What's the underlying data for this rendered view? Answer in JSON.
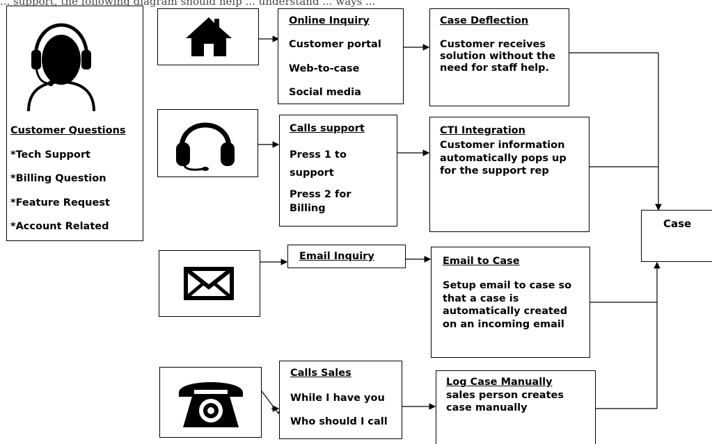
{
  "top_text": "... support, the following diagram should help ... understand ... ways ...",
  "customer": {
    "title": "Customer Questions",
    "items": [
      "*Tech Support",
      "*Billing Question",
      "*Feature Request",
      "*Account Related"
    ]
  },
  "online_inquiry": {
    "title": "Online Inquiry",
    "items": [
      "Customer portal",
      "Web-to-case",
      "Social media"
    ]
  },
  "case_deflection": {
    "title": "Case Deflection",
    "text": "Customer receives solution without the need for staff help."
  },
  "calls_support": {
    "title": "Calls support",
    "items": [
      "Press 1 to support",
      "Press 2 for Billing"
    ]
  },
  "cti_integration": {
    "title": "CTI Integration",
    "text": "Customer information automatically pops up for the support rep"
  },
  "email_inquiry": {
    "title": "Email Inquiry"
  },
  "email_to_case": {
    "title": "Email to Case",
    "text": "Setup email to case so that a case is automatically created on an incoming email"
  },
  "calls_sales": {
    "title": "Calls Sales",
    "items": [
      "While I have you",
      "Who should I call"
    ]
  },
  "log_case": {
    "title": "Log Case Manually",
    "text": "sales person creates case manually"
  },
  "case": {
    "label": "Case"
  },
  "icons": [
    "agent-headset-icon",
    "home-icon",
    "headphones-icon",
    "envelope-icon",
    "telephone-icon"
  ]
}
